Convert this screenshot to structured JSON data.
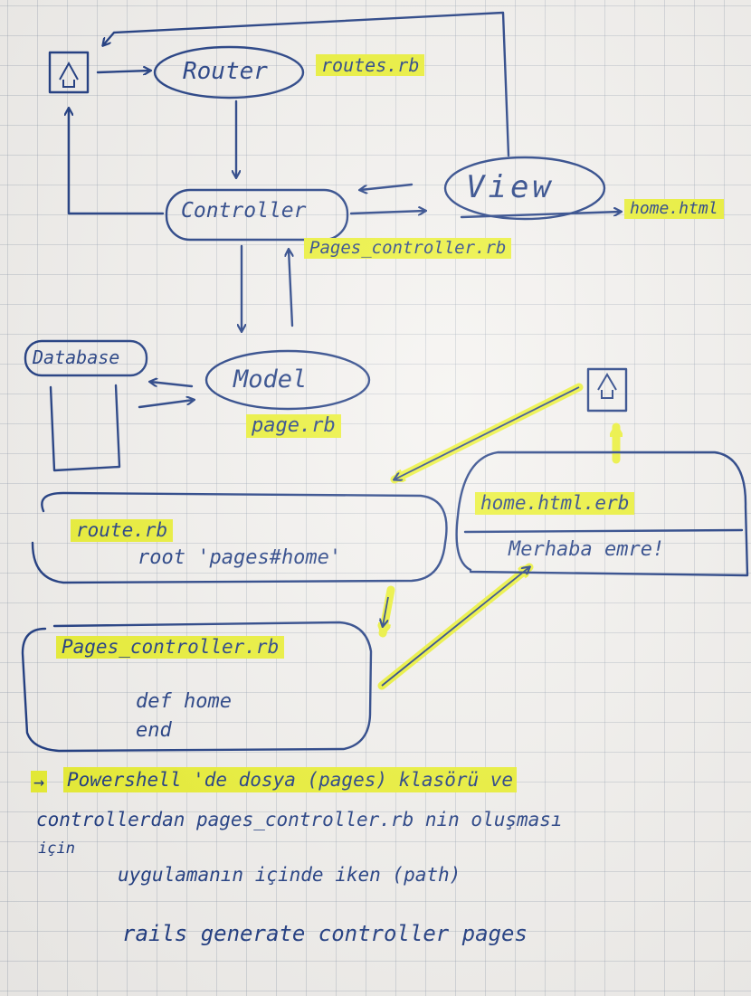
{
  "colors": {
    "ink": "#17357e",
    "highlight": "#ecf22e",
    "paper": "#f4f2ef"
  },
  "icons": {
    "browser": "house-in-box-icon"
  },
  "nodes": {
    "router": "Router",
    "controller": "Controller",
    "view": "View",
    "model": "Model",
    "database": "Database"
  },
  "file_labels": {
    "routes": "routes.rb",
    "home_html": "home.html",
    "pages_controller": "Pages_controller.rb",
    "page": "page.rb"
  },
  "route_box": {
    "file": "route.rb",
    "code": "root 'pages#home'"
  },
  "controller_box": {
    "file": "Pages_controller.rb",
    "line1": "def home",
    "line2": "end"
  },
  "view_box": {
    "file": "home.html.erb",
    "content": "Merhaba emre!"
  },
  "notes": {
    "line1_arrow": "→",
    "line1": "Powershell 'de dosya (pages) klasörü ve",
    "line2": "controllerdan pages_controller.rb nin oluşması",
    "line3": "için",
    "line4": "uygulamanın içinde iken (path)",
    "command": "rails generate controller pages"
  }
}
